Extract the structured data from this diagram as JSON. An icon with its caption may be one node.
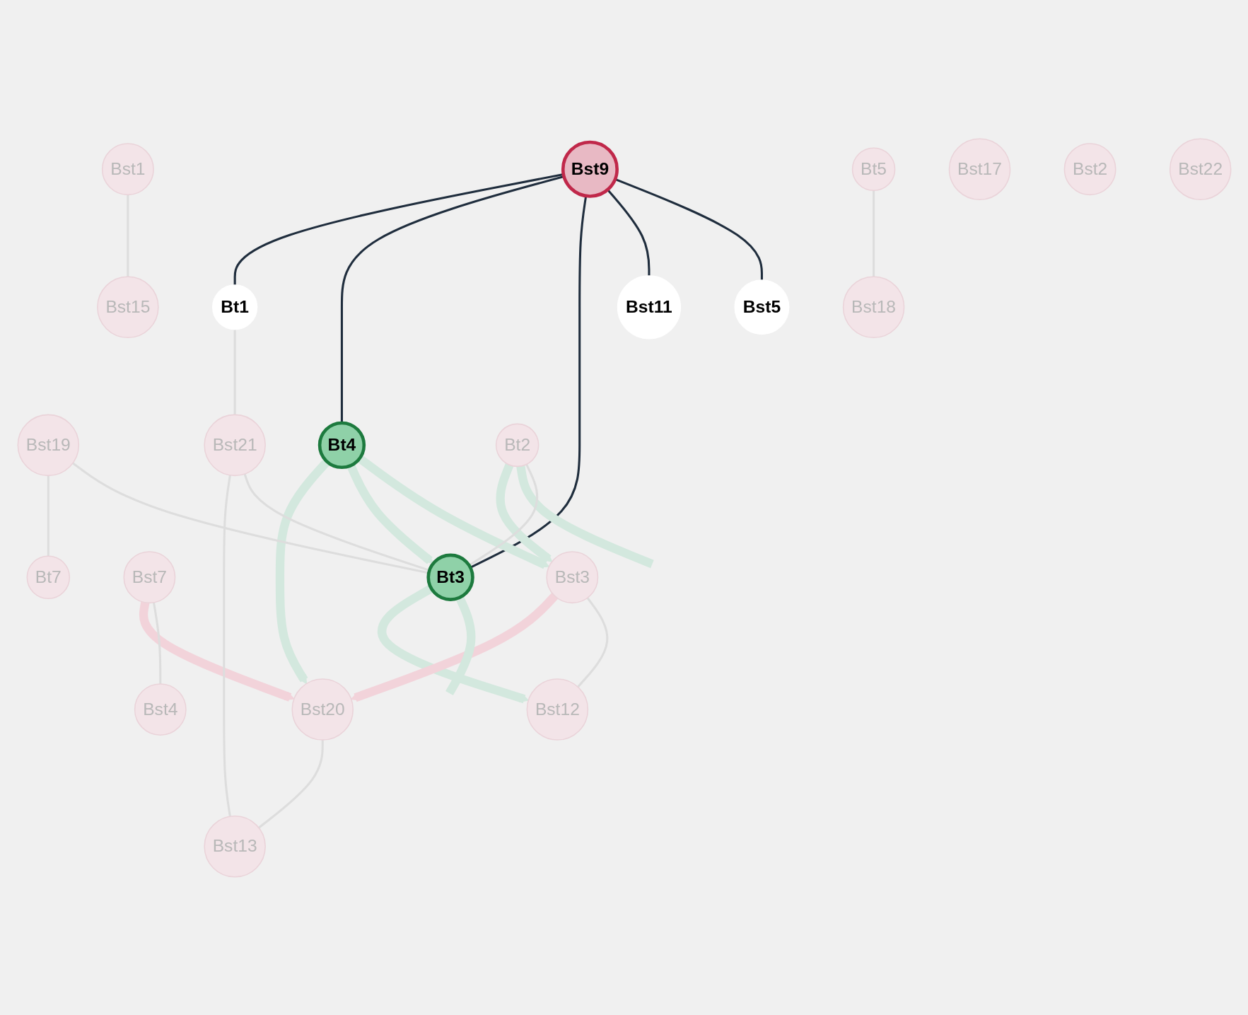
{
  "diagram": {
    "nodes": [
      {
        "text": [
          "Bst9"
        ]
      },
      {
        "text": [
          "Bst1"
        ]
      },
      {
        "text": [
          "Bst19"
        ]
      },
      {
        "text": [
          "Bt7"
        ]
      },
      {
        "text": [
          "Bst15"
        ]
      },
      {
        "text": [
          "Bt4"
        ]
      },
      {
        "text": [
          "Bst20"
        ]
      },
      {
        "text": [
          "Bt1"
        ]
      },
      {
        "text": [
          "Bst21"
        ]
      },
      {
        "text": [
          "Bst7"
        ]
      },
      {
        "text": [
          "Bt5"
        ]
      },
      {
        "text": [
          "Bst17"
        ]
      },
      {
        "text": [
          "Bst5"
        ]
      },
      {
        "text": [
          "Bst2"
        ]
      },
      {
        "text": [
          "Bt3"
        ]
      },
      {
        "text": [
          "Bst11"
        ]
      },
      {
        "text": [
          "Bt2"
        ]
      },
      {
        "text": [
          "Bst13"
        ]
      },
      {
        "text": [
          "Bst3"
        ]
      },
      {
        "text": [
          "Bst4"
        ]
      },
      {
        "text": [
          "Bst18"
        ]
      },
      {
        "text": [
          "Bst12"
        ]
      },
      {
        "text": [
          "Bst22"
        ]
      }
    ],
    "edges": [
      {
        "from": 0,
        "to": 7,
        "arrow": "none",
        "color": "#1f2d3d"
      },
      {
        "from": 0,
        "to": 5,
        "arrow": "none",
        "color": "#1f2d3d"
      },
      {
        "from": 0,
        "to": 14,
        "arrow": "none",
        "color": "#1f2d3d"
      },
      {
        "from": 0,
        "to": 15,
        "arrow": "none",
        "color": "#1f2d3d"
      },
      {
        "from": 0,
        "to": 12,
        "arrow": "none",
        "color": "#1f2d3d"
      },
      {
        "from": 5,
        "to": 6,
        "arrow": "to",
        "style": "thick",
        "color": "#d3e8de"
      },
      {
        "from": 5,
        "to": 14,
        "arrow": "to",
        "style": "thick",
        "color": "#d3e8de"
      },
      {
        "from": 5,
        "to": 18,
        "arrow": "to",
        "style": "thick",
        "color": "#d3e8de"
      },
      {
        "from": 14,
        "to": 21,
        "arrow": "to",
        "style": "thick",
        "color": "#d3e8de"
      },
      {
        "from": 16,
        "to": 18,
        "arrow": "to",
        "style": "thick",
        "color": "#d3e8de"
      },
      {
        "from": 18,
        "to": 6,
        "arrow": "to",
        "style": "thick",
        "color": "#f2d3da"
      },
      {
        "from": 9,
        "to": 6,
        "arrow": "to",
        "style": "thick",
        "color": "#f2d3da"
      },
      {
        "from": 14,
        "to": null,
        "arrow": "none",
        "style": "thick",
        "color": "#d3e8de"
      },
      {
        "from": 16,
        "to": null,
        "arrow": "none",
        "style": "thick",
        "color": "#d3e8de"
      },
      {
        "from": 2,
        "to": 3,
        "arrow": "none",
        "color": "#dddddd"
      },
      {
        "from": 1,
        "to": 4,
        "arrow": "none",
        "color": "#dddddd"
      },
      {
        "from": 7,
        "to": 8,
        "arrow": "none",
        "color": "#dddddd"
      },
      {
        "from": 2,
        "to": 14,
        "arrow": "none",
        "color": "#dddddd"
      },
      {
        "from": 8,
        "to": 17,
        "arrow": "none",
        "color": "#dddddd"
      },
      {
        "from": 8,
        "to": 14,
        "arrow": "none",
        "color": "#dddddd"
      },
      {
        "from": 16,
        "to": 14,
        "arrow": "none",
        "color": "#dddddd"
      },
      {
        "from": 6,
        "to": 17,
        "arrow": "none",
        "color": "#dddddd"
      },
      {
        "from": 9,
        "to": 19,
        "arrow": "none",
        "color": "#dddddd"
      },
      {
        "from": 18,
        "to": 21,
        "arrow": "none",
        "color": "#dddddd"
      },
      {
        "from": 10,
        "to": 20,
        "arrow": "none",
        "color": "#dddddd"
      }
    ]
  }
}
